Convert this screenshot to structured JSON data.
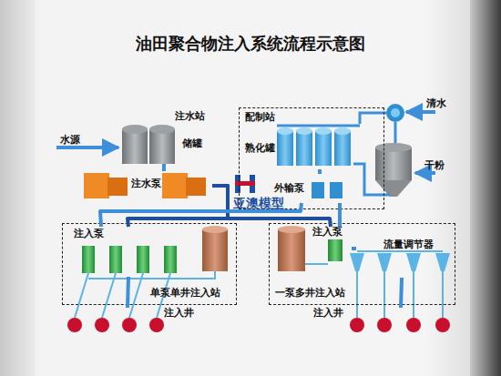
{
  "diagram": {
    "title": "油田聚合物注入系统流程示意图",
    "nodes": [
      {
        "text": [
          "注水站",
          "储罐"
        ]
      },
      {
        "text": [
          "注水泵"
        ]
      },
      {
        "text": [
          "配制站"
        ]
      },
      {
        "text": [
          "熟化罐"
        ],
        "in": 2
      },
      {
        "text": [
          "外输泵"
        ],
        "in": 2
      },
      {
        "text": [
          "单泵单井注入站"
        ]
      },
      {
        "text": [
          "注入泵"
        ],
        "in": 5
      },
      {
        "text": [
          "一泵多井注入站"
        ]
      },
      {
        "text": [
          "注入泵"
        ],
        "in": 7
      },
      {
        "text": [
          "流量调节器"
        ],
        "in": 7
      },
      {
        "text": [
          "注入井"
        ]
      },
      {
        "text": [
          "注入井"
        ]
      }
    ],
    "edges": [
      {
        "from": 0,
        "to": 1,
        "arrow": "none"
      },
      {
        "from": 1,
        "to": 6,
        "arrow": "none"
      },
      {
        "from": 1,
        "to": 8,
        "arrow": "none"
      },
      {
        "from": 3,
        "to": 4,
        "arrow": "none"
      },
      {
        "from": 4,
        "to": 6,
        "arrow": "none"
      },
      {
        "from": 4,
        "to": 8,
        "arrow": "none"
      },
      {
        "from": 8,
        "to": 9,
        "arrow": "none"
      },
      {
        "from": 6,
        "to": 10,
        "arrow": "none"
      },
      {
        "from": 9,
        "to": 11,
        "arrow": "none"
      }
    ],
    "labels": [
      "水源",
      "清水",
      "干粉",
      "亚澳模型"
    ]
  }
}
